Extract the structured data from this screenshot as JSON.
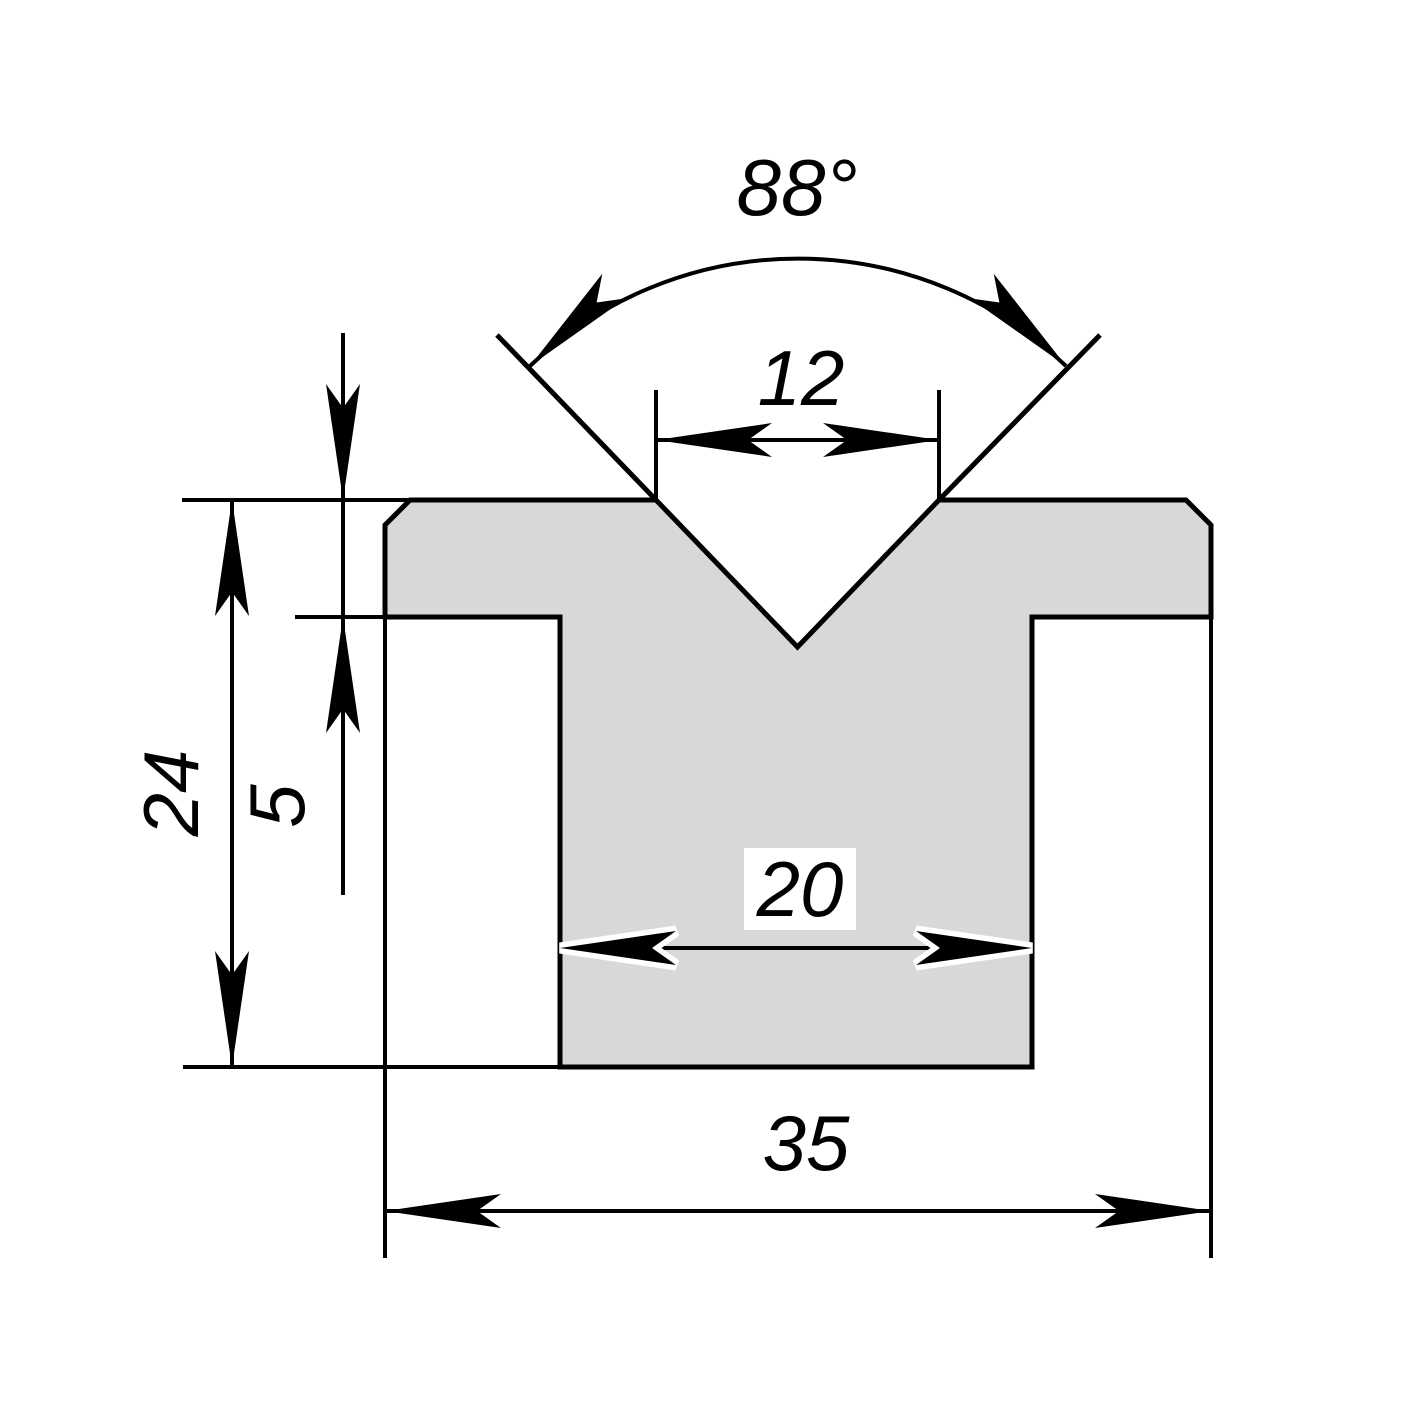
{
  "drawing": {
    "type": "technical-section-drawing",
    "part": "v-die-profile",
    "colors": {
      "part_fill": "#d8d8d8",
      "line": "#000000",
      "background": "#ffffff"
    },
    "dimensions": {
      "groove_angle": "88°",
      "groove_opening": "12",
      "flange_depth": "5",
      "total_height": "24",
      "stem_width": "20",
      "total_width": "35"
    }
  }
}
